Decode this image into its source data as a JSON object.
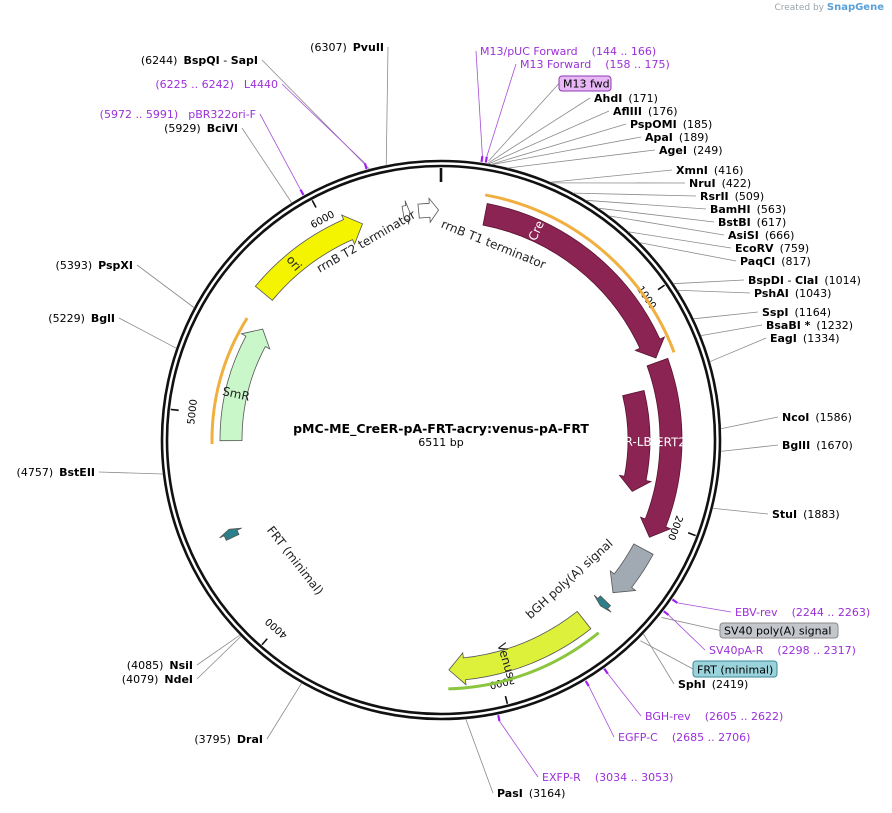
{
  "credit": {
    "prefix": "Created by",
    "brand": "SnapGene"
  },
  "plasmid": {
    "name": "pMC-ME_CreER-pA-FRT-acry:venus-pA-FRT",
    "length": 6511,
    "length_label": "6511 bp"
  },
  "ticks": [
    1000,
    2000,
    3000,
    4000,
    5000,
    6000
  ],
  "features": [
    {
      "name": "Cre",
      "start": 200,
      "end": 1250,
      "track": "outer",
      "color": "#8b2452",
      "label_color": "white",
      "label_at": 445
    },
    {
      "name": "ERT2",
      "start": 1270,
      "end": 2080,
      "track": "outer",
      "color": "#8b2452",
      "label_color": "white",
      "label_at": 1640
    },
    {
      "name": "ER-LBD",
      "start": 1380,
      "end": 1900,
      "track": "inner",
      "color": "#8b2452",
      "label_color": "white",
      "label_at": 1640
    },
    {
      "name": "bGH poly(A) signal",
      "start": 2140,
      "end": 2380,
      "track": "outer",
      "color": "#a1aab3",
      "label_color": "dark"
    },
    {
      "name": "Venus",
      "start": 2560,
      "end": 3220,
      "track": "outer",
      "color": "#ddf03a",
      "label_color": "dark",
      "label_at": 2960
    },
    {
      "name": "FRT (minimal)",
      "start": 2430,
      "end": 2462,
      "track": "outer",
      "color": "#2a7f8a",
      "label_color": "dark"
    },
    {
      "name": "FRT (minimal)",
      "start": 4430,
      "end": 4470,
      "track": "outer",
      "color": "#2a7f8a",
      "label_color": "dark"
    },
    {
      "name": "SmR",
      "start": 4880,
      "end": 5460,
      "track": "inner",
      "color": "#c9f7c9",
      "label_color": "dark",
      "label_at": 5110
    },
    {
      "name": "ori",
      "start": 5600,
      "end": 6150,
      "track": "outer",
      "color": "#f4f400",
      "label_color": "dark",
      "label_at": 5790
    },
    {
      "name": "rrnB T2 terminator",
      "start": 6340,
      "end": 6370,
      "track": "outer",
      "color": "#ffffff",
      "label_color": "dark"
    },
    {
      "name": "rrnB T1 terminator",
      "start": 6410,
      "end": 6500,
      "track": "outer",
      "color": "#ffffff",
      "label_color": "dark"
    }
  ],
  "enzymes": [
    {
      "name": "AhdI",
      "pos": "(171)",
      "side": "right"
    },
    {
      "name": "AflIII",
      "pos": "(176)",
      "side": "right"
    },
    {
      "name": "PspOMI",
      "pos": "(185)",
      "side": "right"
    },
    {
      "name": "ApaI",
      "pos": "(189)",
      "side": "right"
    },
    {
      "name": "AgeI",
      "pos": "(249)",
      "side": "right"
    },
    {
      "name": "XmnI",
      "pos": "(416)",
      "side": "right"
    },
    {
      "name": "NruI",
      "pos": "(422)",
      "side": "right"
    },
    {
      "name": "RsrII",
      "pos": "(509)",
      "side": "right"
    },
    {
      "name": "BamHI",
      "pos": "(563)",
      "side": "right"
    },
    {
      "name": "BstBI",
      "pos": "(617)",
      "side": "right"
    },
    {
      "name": "AsiSI",
      "pos": "(666)",
      "side": "right"
    },
    {
      "name": "EcoRV",
      "pos": "(759)",
      "side": "right"
    },
    {
      "name": "PaqCI",
      "pos": "(817)",
      "side": "right"
    },
    {
      "name": "BspDI",
      "name2": "ClaI",
      "pos": "(1014)",
      "side": "right"
    },
    {
      "name": "PshAI",
      "pos": "(1043)",
      "side": "right"
    },
    {
      "name": "SspI",
      "pos": "(1164)",
      "side": "right"
    },
    {
      "name": "BsaBI *",
      "pos": "(1232)",
      "side": "right"
    },
    {
      "name": "EagI",
      "pos": "(1334)",
      "side": "right"
    },
    {
      "name": "NcoI",
      "pos": "(1586)",
      "side": "right"
    },
    {
      "name": "BglII",
      "pos": "(1670)",
      "side": "right"
    },
    {
      "name": "StuI",
      "pos": "(1883)",
      "side": "right"
    },
    {
      "name": "SphI",
      "pos": "(2419)",
      "side": "right"
    },
    {
      "name": "PasI",
      "pos": "(3164)",
      "side": "right"
    },
    {
      "name": "DraI",
      "pos": "(3795)",
      "side": "left"
    },
    {
      "name": "NdeI",
      "pos": "(4079)",
      "side": "left"
    },
    {
      "name": "NsiI",
      "pos": "(4085)",
      "side": "left"
    },
    {
      "name": "BstEII",
      "pos": "(4757)",
      "side": "left"
    },
    {
      "name": "BglI",
      "pos": "(5229)",
      "side": "left"
    },
    {
      "name": "PspXI",
      "pos": "(5393)",
      "side": "left"
    },
    {
      "name": "BciVI",
      "pos": "(5929)",
      "side": "left"
    },
    {
      "name": "BspQI",
      "name2": "SapI",
      "pos": "(6244)",
      "side": "left"
    },
    {
      "name": "PvuII",
      "pos": "(6307)",
      "side": "left"
    }
  ],
  "primers": [
    {
      "name": "M13/pUC Forward",
      "range": "(144 .. 166)"
    },
    {
      "name": "M13 Forward",
      "range": "(158 .. 175)"
    },
    {
      "name": "L4440",
      "range": "(6225 .. 6242)"
    },
    {
      "name": "pBR322ori-F",
      "range": "(5972 .. 5991)"
    },
    {
      "name": "EBV-rev",
      "range": "(2244 .. 2263)"
    },
    {
      "name": "SV40pA-R",
      "range": "(2298 .. 2317)"
    },
    {
      "name": "BGH-rev",
      "range": "(2605 .. 2622)"
    },
    {
      "name": "EGFP-C",
      "range": "(2685 .. 2706)"
    },
    {
      "name": "EXFP-R",
      "range": "(3034 .. 3053)"
    }
  ],
  "boxes": [
    {
      "name": "M13 fwd",
      "fill": "#e7b8f5",
      "stroke": "#8c3ab0"
    },
    {
      "name": "SV40 poly(A) signal",
      "fill": "#c3c7cc",
      "stroke": "#888888"
    },
    {
      "name": "FRT (minimal)",
      "fill": "#9bd3dc",
      "stroke": "#3b8a96"
    }
  ]
}
